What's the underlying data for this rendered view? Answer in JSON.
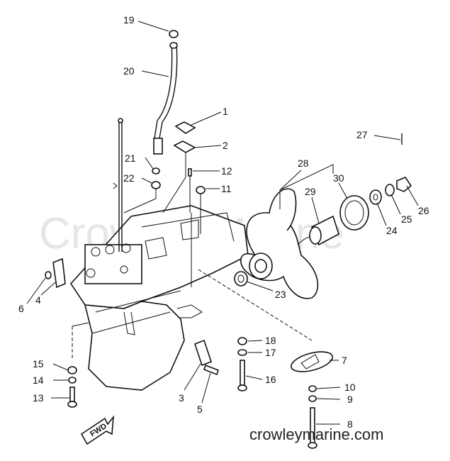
{
  "watermark": "Crowley Marine",
  "website": "crowleymarine.com",
  "fwd_label": "FWD",
  "part_numbers": [
    "19",
    "20",
    "1",
    "2",
    "21",
    "22",
    "12",
    "11",
    "27",
    "28",
    "29",
    "30",
    "26",
    "25",
    "24",
    "23",
    "6",
    "4",
    "18",
    "17",
    "7",
    "15",
    "16",
    "14",
    "10",
    "13",
    "3",
    "9",
    "5",
    "8"
  ]
}
